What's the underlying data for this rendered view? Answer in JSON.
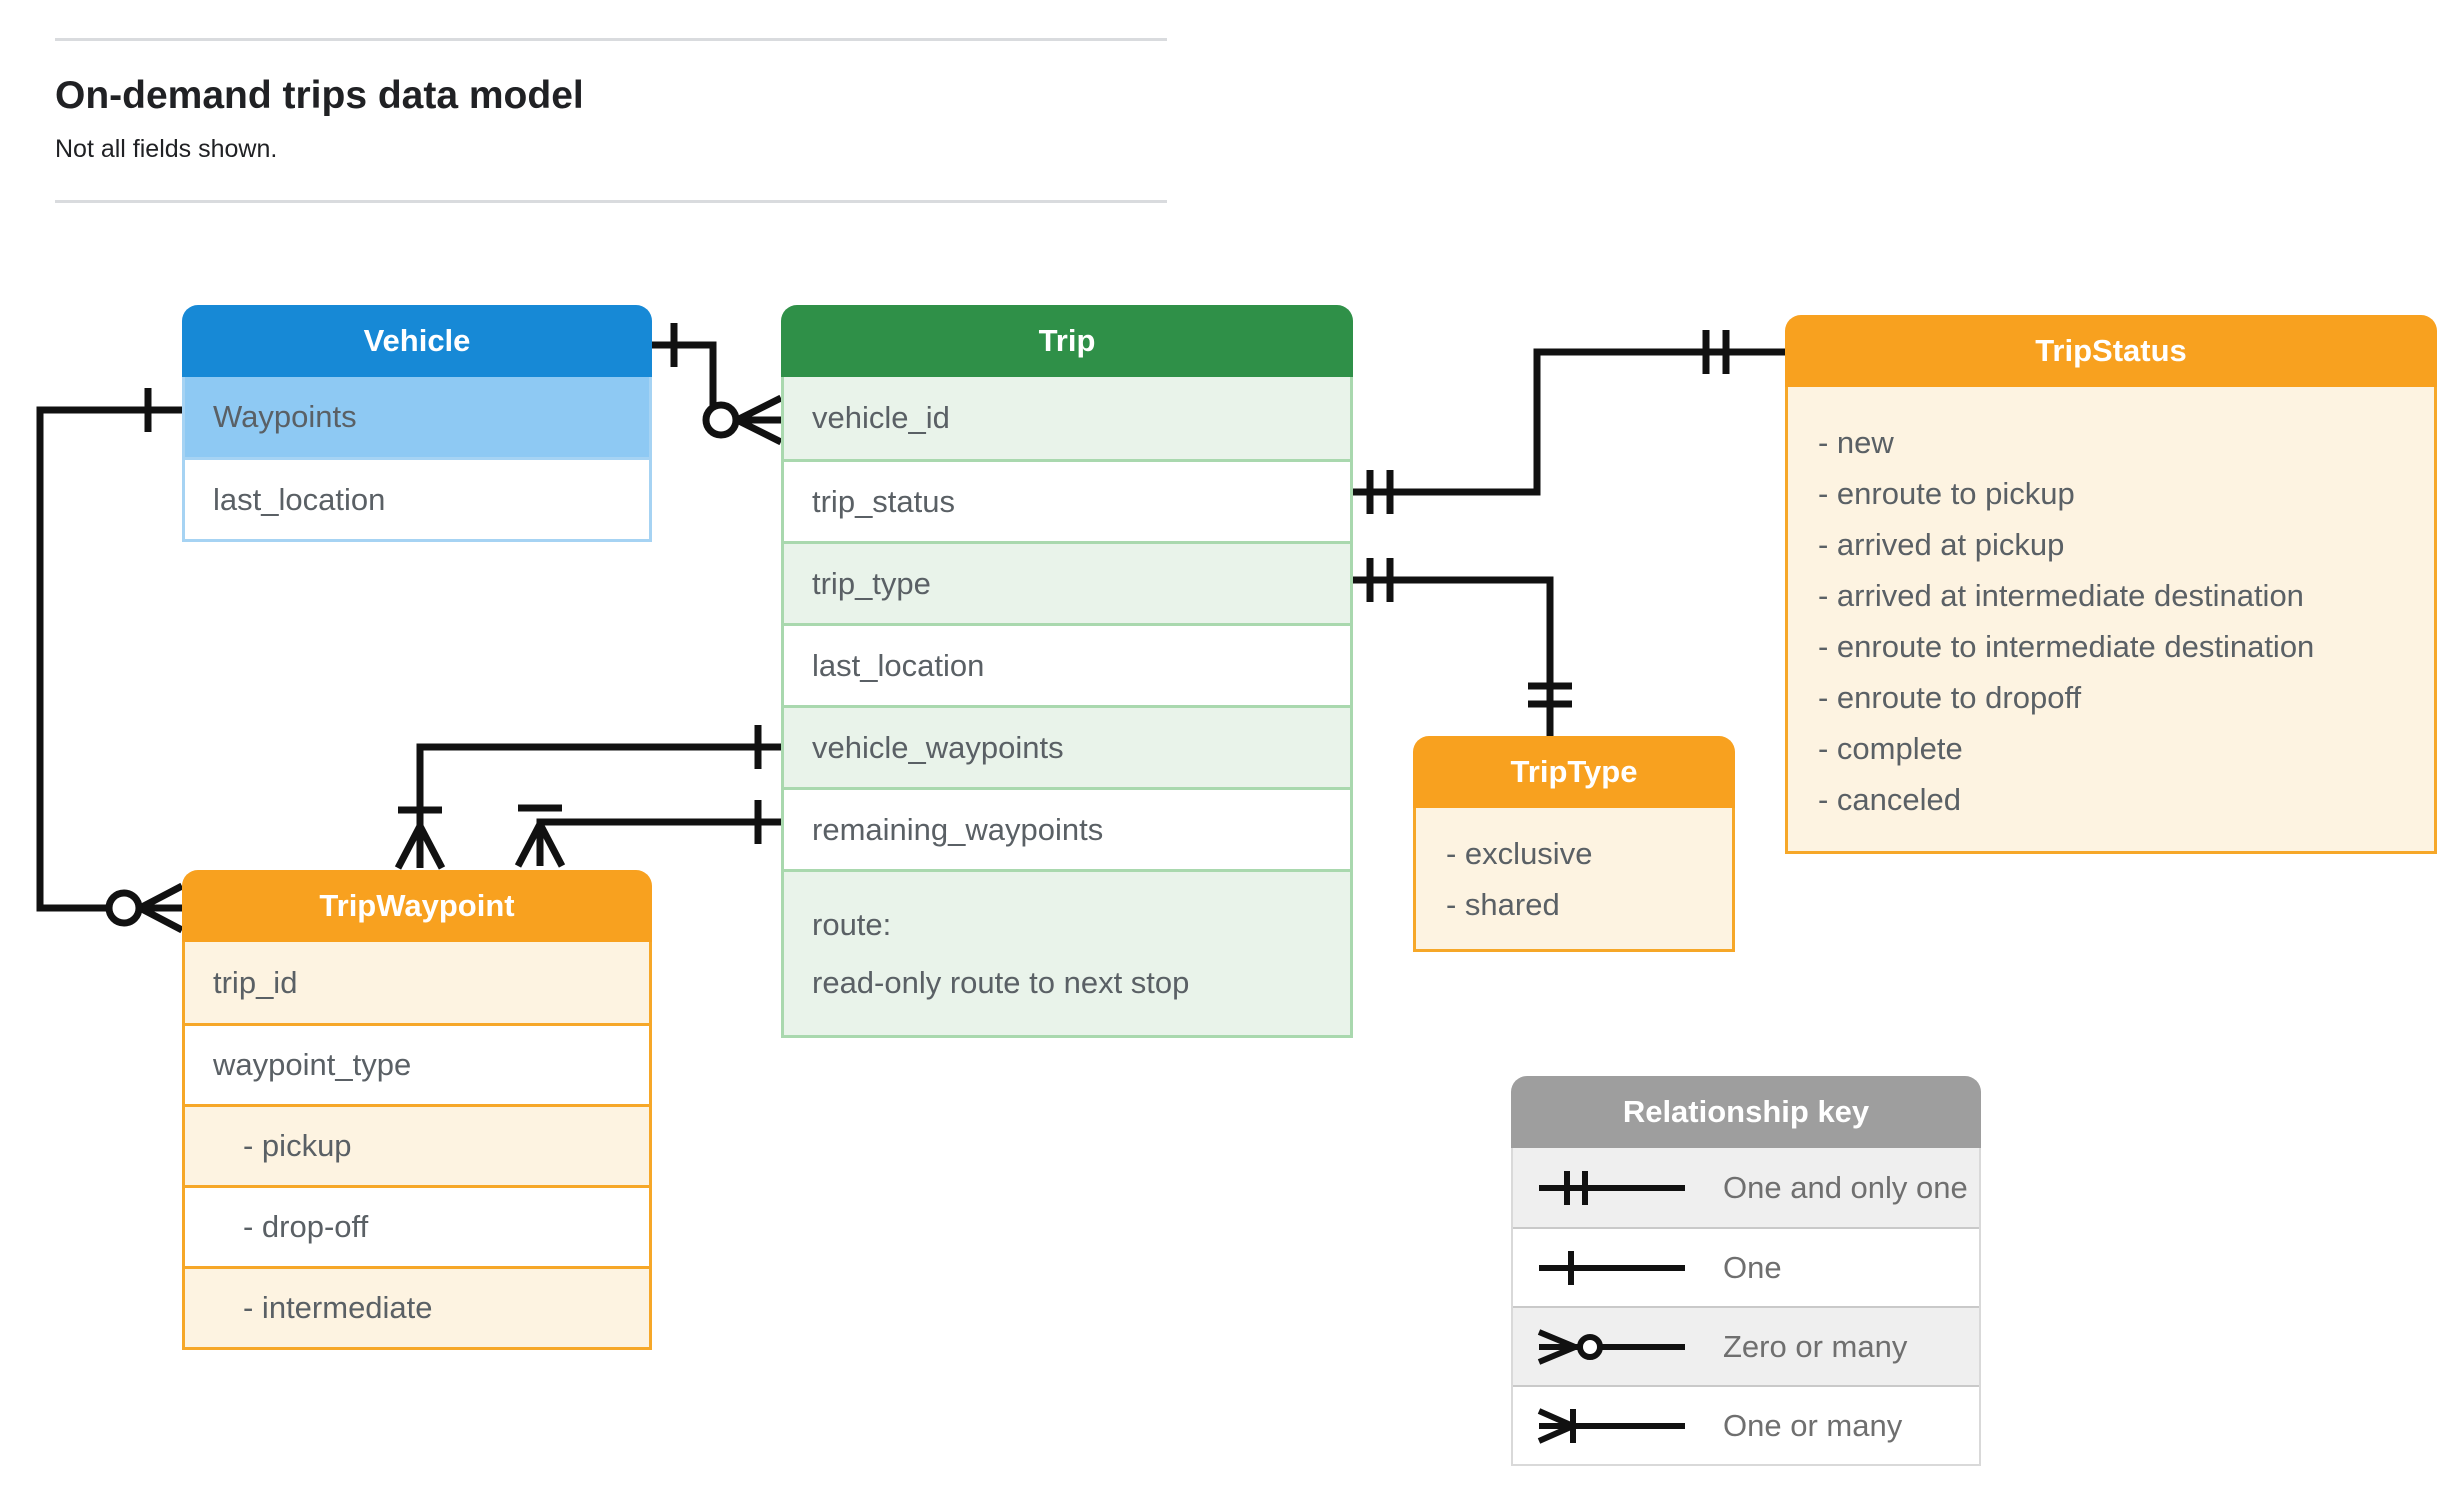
{
  "page": {
    "title": "On-demand trips data model",
    "subtitle": "Not all fields shown."
  },
  "colors": {
    "vehicle_header": "#1789d6",
    "vehicle_highlight_row": "#8ec9f3",
    "trip_header": "#2f9048",
    "trip_tint_row": "#e9f3ea",
    "orange_header": "#f8a11f",
    "orange_body": "#fdf3e1",
    "legend_header": "#9e9e9e",
    "wire": "#111111",
    "field_text": "#5a6065"
  },
  "entities": {
    "vehicle": {
      "title": "Vehicle",
      "fields": [
        {
          "label": "Waypoints"
        },
        {
          "label": "last_location"
        }
      ]
    },
    "trip": {
      "title": "Trip",
      "fields": [
        {
          "label": "vehicle_id"
        },
        {
          "label": "trip_status"
        },
        {
          "label": "trip_type"
        },
        {
          "label": "last_location"
        },
        {
          "label": "vehicle_waypoints"
        },
        {
          "label": "remaining_waypoints"
        },
        {
          "label": "route:",
          "sublabel": "read-only route to next stop"
        }
      ]
    },
    "trip_status": {
      "title": "TripStatus",
      "items": [
        "- new",
        "- enroute to pickup",
        "- arrived at pickup",
        "- arrived at intermediate destination",
        "- enroute to intermediate destination",
        "- enroute to dropoff",
        "- complete",
        "- canceled"
      ]
    },
    "trip_type": {
      "title": "TripType",
      "items": [
        "- exclusive",
        "- shared"
      ]
    },
    "trip_waypoint": {
      "title": "TripWaypoint",
      "fields": [
        {
          "label": "trip_id"
        },
        {
          "label": "waypoint_type"
        },
        {
          "label": "- pickup"
        },
        {
          "label": "- drop-off"
        },
        {
          "label": "- intermediate"
        }
      ]
    }
  },
  "relationships": [
    {
      "from": "Vehicle",
      "to": "Trip.vehicle_id",
      "from_cardinality": "one",
      "to_cardinality": "zero-or-many"
    },
    {
      "from": "Vehicle.Waypoints",
      "to": "TripWaypoint",
      "from_cardinality": "one",
      "to_cardinality": "zero-or-many"
    },
    {
      "from": "Trip.trip_status",
      "to": "TripStatus",
      "from_cardinality": "one-and-only-one",
      "to_cardinality": "one-and-only-one"
    },
    {
      "from": "Trip.trip_type",
      "to": "TripType",
      "from_cardinality": "one-and-only-one",
      "to_cardinality": "one-and-only-one"
    },
    {
      "from": "Trip.vehicle_waypoints",
      "to": "TripWaypoint",
      "from_cardinality": "one",
      "to_cardinality": "one-or-many"
    },
    {
      "from": "Trip.remaining_waypoints",
      "to": "TripWaypoint",
      "from_cardinality": "one",
      "to_cardinality": "one-or-many"
    }
  ],
  "legend": {
    "title": "Relationship key",
    "rows": [
      {
        "symbol": "one-and-only-one",
        "label": "One and only one"
      },
      {
        "symbol": "one",
        "label": "One"
      },
      {
        "symbol": "zero-or-many",
        "label": "Zero or many"
      },
      {
        "symbol": "one-or-many",
        "label": "One or many"
      }
    ]
  }
}
